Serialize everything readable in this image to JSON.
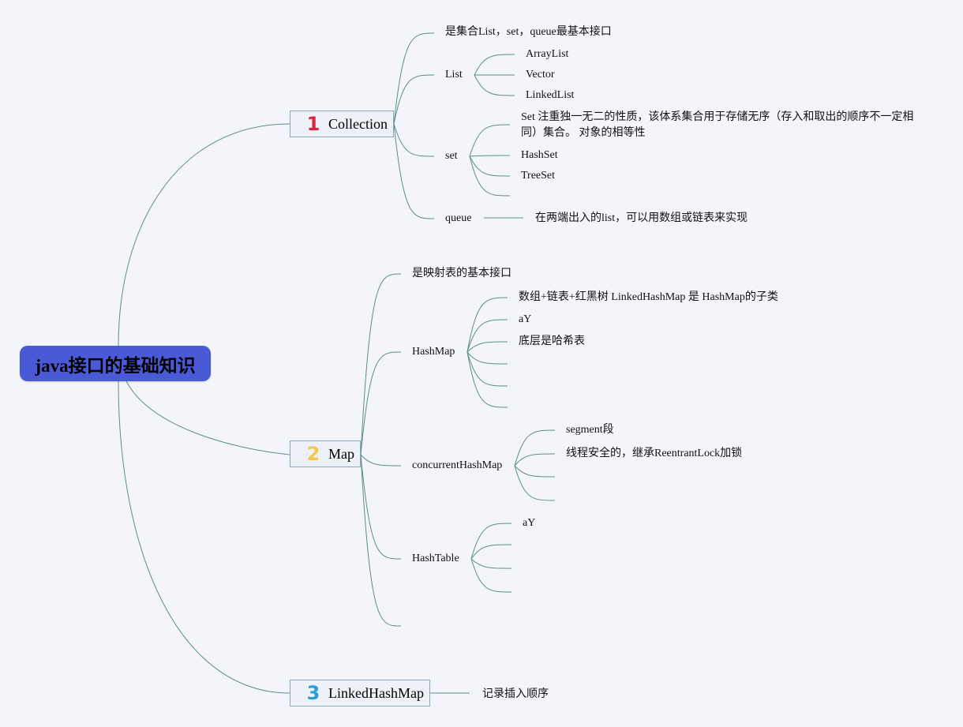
{
  "root": {
    "label": "java接口的基础知识"
  },
  "colors": {
    "root_bg": "#4a5ad6",
    "connector": "#5e8f84",
    "num1": "#d9263d",
    "num2": "#f2c94c",
    "num3": "#2d9cdb"
  },
  "branches": [
    {
      "number": "1",
      "label": "Collection",
      "children": [
        {
          "label": "是集合List，set，queue最基本接口"
        },
        {
          "label": "List",
          "children": [
            "ArrayList",
            "Vector",
            "LinkedList"
          ]
        },
        {
          "label": "set",
          "children": [
            "Set 注重独一无二的性质，该体系集合用于存储无序（存入和取出的顺序不一定相同）集合。 对象的相等性",
            "HashSet",
            "TreeSet",
            ""
          ]
        },
        {
          "label": "queue",
          "children": [
            "在两端出入的list，可以用数组或链表来实现"
          ]
        }
      ]
    },
    {
      "number": "2",
      "label": "Map",
      "children": [
        {
          "label": "是映射表的基本接口"
        },
        {
          "label": "HashMap",
          "children": [
            "数组+链表+红黑树 LinkedHashMap 是 HashMap的子类",
            "aY",
            "底层是哈希表",
            "",
            "",
            ""
          ]
        },
        {
          "label": "concurrentHashMap",
          "children": [
            "segment段",
            "线程安全的，继承ReentrantLock加锁",
            "",
            ""
          ]
        },
        {
          "label": "HashTable",
          "children": [
            "aY",
            "",
            "",
            ""
          ]
        },
        {
          "label": ""
        }
      ]
    },
    {
      "number": "3",
      "label": "LinkedHashMap",
      "children": [
        {
          "label": "记录插入顺序"
        }
      ]
    }
  ]
}
